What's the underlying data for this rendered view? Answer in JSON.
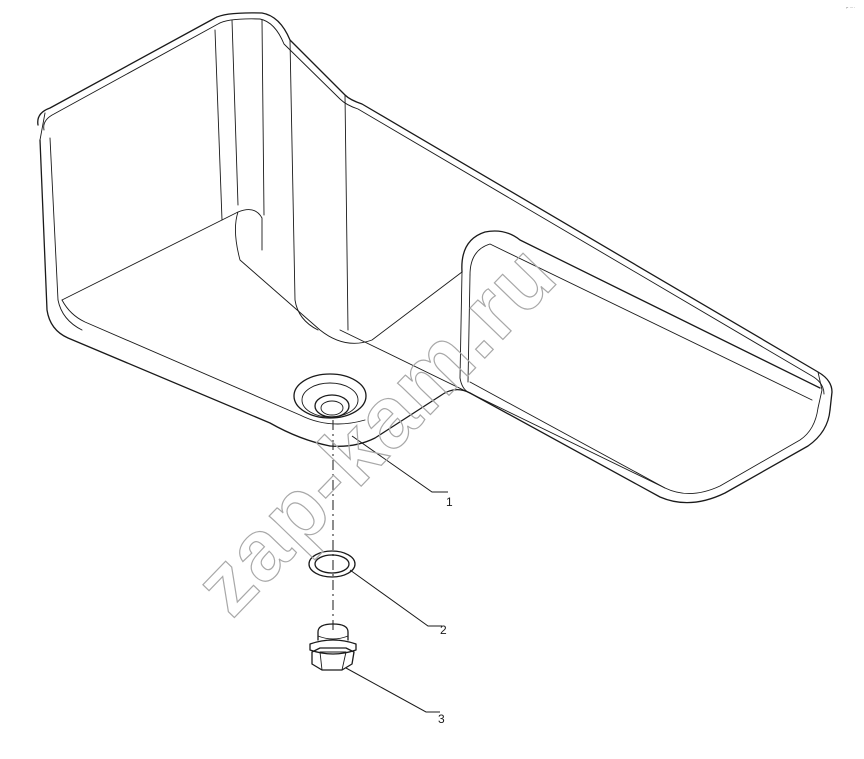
{
  "callouts": [
    {
      "id": "1",
      "label": "1"
    },
    {
      "id": "2",
      "label": "2"
    },
    {
      "id": "3",
      "label": "3"
    }
  ],
  "watermark": {
    "text": "zap-kam.ru",
    "color": "#a8a8a8"
  },
  "corner_mark": {
    "text": "⌐ ····"
  },
  "colors": {
    "line": "#1a1a1a",
    "background": "#ffffff"
  }
}
